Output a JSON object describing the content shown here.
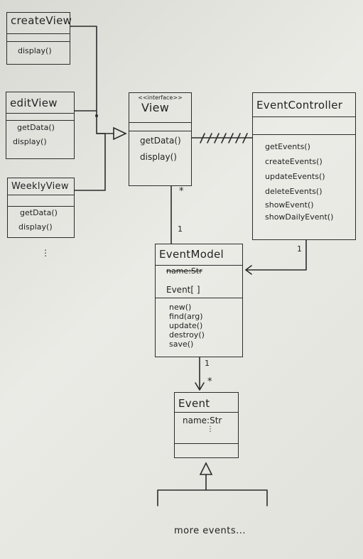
{
  "classes": {
    "createView": {
      "name": "createView",
      "methods": [
        "display()"
      ]
    },
    "editView": {
      "name": "editView",
      "methods": [
        "getData()",
        "display()"
      ]
    },
    "weeklyView": {
      "name": "WeeklyView",
      "methods": [
        "getData()",
        "display()"
      ]
    },
    "view": {
      "stereotype": "<<interface>>",
      "name": "View",
      "methods": [
        "getData()",
        "display()"
      ]
    },
    "eventController": {
      "name": "EventController",
      "methods": [
        "getEvents()",
        "createEvents()",
        "updateEvents()",
        "deleteEvents()",
        "showEvent()",
        "showDailyEvent()"
      ]
    },
    "eventModel": {
      "name": "EventModel",
      "struck_attribute": "name:Str",
      "attribute": "Event[ ]",
      "methods": [
        "new()",
        "find(arg)",
        "update()",
        "destroy()",
        "save()"
      ]
    },
    "event": {
      "name": "Event",
      "attribute": "name:Str",
      "ellipsis": "⋮"
    }
  },
  "multiplicities": {
    "view_model_view_end": "*",
    "view_model_model_end": "1",
    "controller_model": "1",
    "model_event_model_end": "1",
    "model_event_event_end": "*"
  },
  "views_more": "⋮",
  "more_events_note": "more events..."
}
